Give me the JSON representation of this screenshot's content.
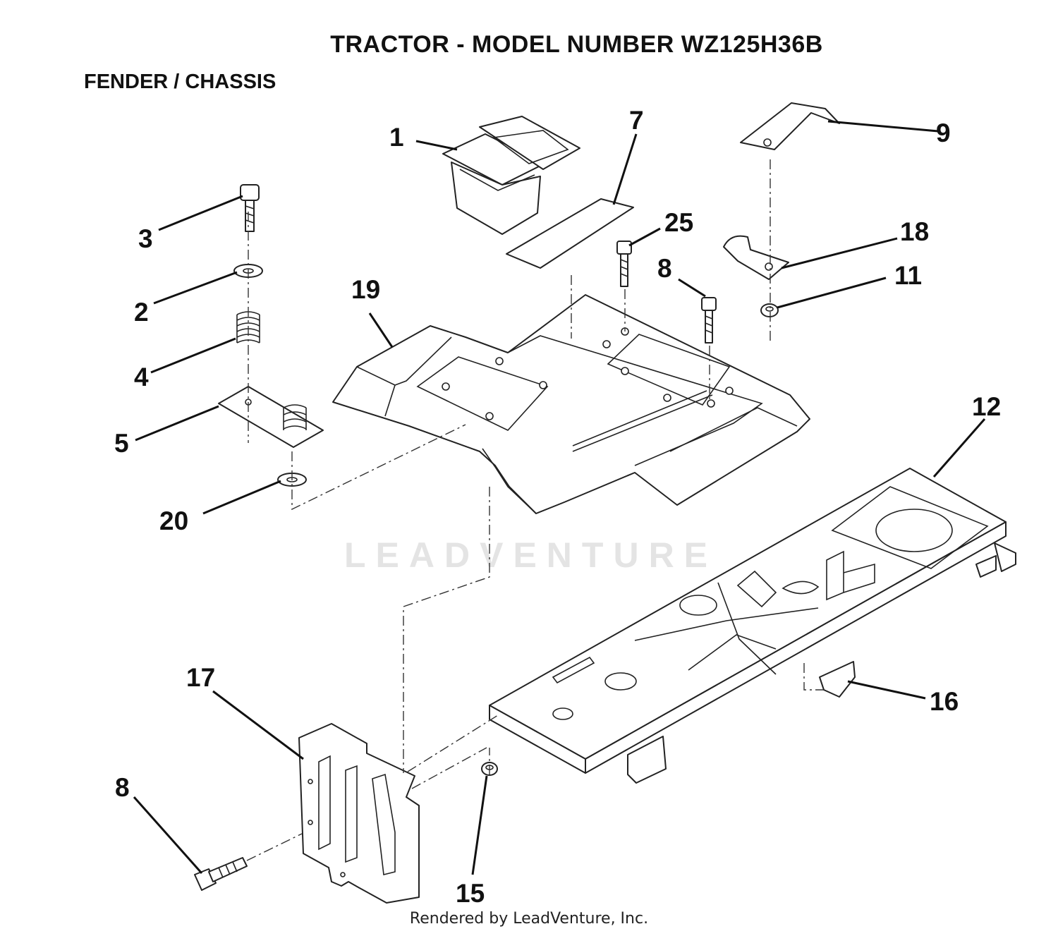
{
  "header": {
    "title": "TRACTOR  - MODEL NUMBER WZ125H36B",
    "section": "FENDER / CHASSIS"
  },
  "watermark": "LEADVENTURE",
  "footer": "Rendered by LeadVenture, Inc.",
  "callouts": {
    "c1": "1",
    "c7": "7",
    "c9": "9",
    "c3": "3",
    "c25": "25",
    "c18": "18",
    "c8a": "8",
    "c11": "11",
    "c2": "2",
    "c19": "19",
    "c4": "4",
    "c5": "5",
    "c12": "12",
    "c20": "20",
    "c17": "17",
    "c16": "16",
    "c8b": "8",
    "c15": "15"
  }
}
